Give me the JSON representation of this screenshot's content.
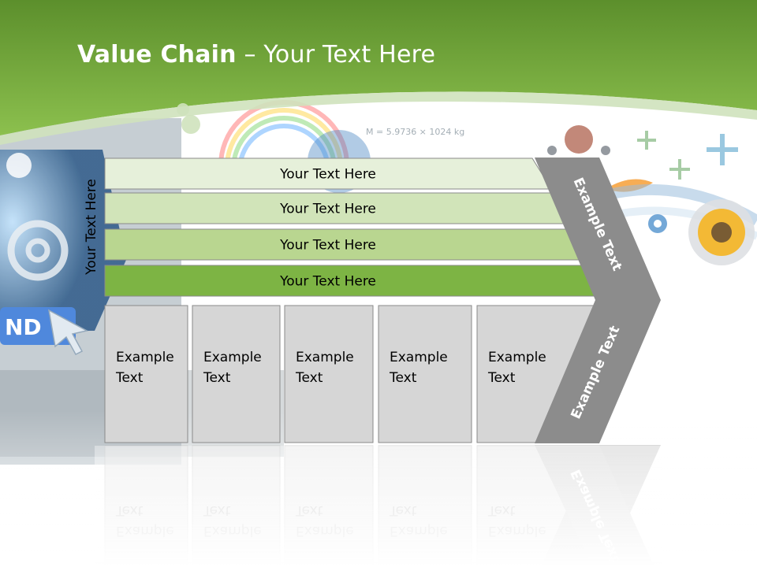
{
  "slide": {
    "title_bold": "Value Chain",
    "title_rest": " – Your Text Here",
    "side_label": "Your Text Here"
  },
  "colors": {
    "header_green": "#78b13e",
    "bar_1": "#e6f0da",
    "bar_2": "#d1e4b9",
    "bar_3": "#b9d690",
    "bar_4": "#7db444",
    "box_fill": "#d6d6d6",
    "chevron_fill": "#8c8c8c"
  },
  "bars": [
    {
      "label": "Your Text Here"
    },
    {
      "label": "Your Text Here"
    },
    {
      "label": "Your Text Here"
    },
    {
      "label": "Your Text Here"
    }
  ],
  "boxes": [
    {
      "line1": "Example",
      "line2": "Text"
    },
    {
      "line1": "Example",
      "line2": "Text"
    },
    {
      "line1": "Example",
      "line2": "Text"
    },
    {
      "line1": "Example",
      "line2": "Text"
    },
    {
      "line1": "Example",
      "line2": "Text"
    }
  ],
  "chevron": {
    "upper_label": "Example Text",
    "lower_label": "Example Text"
  },
  "background_text": {
    "formula": "M = 5.9736 × 1024 kg"
  }
}
